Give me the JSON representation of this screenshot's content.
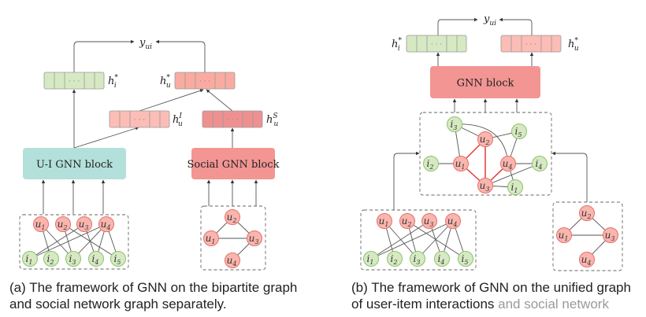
{
  "colors": {
    "item_node_fill": "#d6e9c3",
    "item_node_stroke": "#8cc46a",
    "user_node_fill": "#f9b5ae",
    "user_node_stroke": "#e5706a",
    "ui_block": "#b3e0db",
    "social_block": "#f29593",
    "gnn_block": "#f29593",
    "item_embed": "#d6e9c3",
    "user_embed": "#f9aba2",
    "user_embed_i": "#fbbdb6",
    "user_embed_s": "#ef9090",
    "social_edge": "#e33b3b",
    "edge": "#555555"
  },
  "panel_a": {
    "output_label": "y",
    "output_sub": "ui",
    "item_embedding_label": "h",
    "item_embedding_sub": "i",
    "item_embedding_sup": "*",
    "user_embedding_label": "h",
    "user_embedding_sub": "u",
    "user_embedding_sup": "*",
    "user_i_label": "h",
    "user_i_sub": "u",
    "user_i_sup": "I",
    "user_s_label": "h",
    "user_s_sub": "u",
    "user_s_sup": "S",
    "embed_dots": "· · ·",
    "ui_block_label": "U-I GNN block",
    "social_block_label": "Social GNN block",
    "bipartite": {
      "users": [
        "u1",
        "u2",
        "u3",
        "u4"
      ],
      "items": [
        "i1",
        "i2",
        "i3",
        "i4",
        "i5"
      ],
      "edges": [
        [
          "u1",
          "i2"
        ],
        [
          "u1",
          "i3"
        ],
        [
          "u2",
          "i3"
        ],
        [
          "u2",
          "i5"
        ],
        [
          "u3",
          "i1"
        ],
        [
          "u3",
          "i4"
        ],
        [
          "u4",
          "i1"
        ],
        [
          "u4",
          "i3"
        ],
        [
          "u4",
          "i4"
        ],
        [
          "u4",
          "i5"
        ]
      ]
    },
    "social": {
      "users": [
        "u1",
        "u2",
        "u3",
        "u4"
      ],
      "edges": [
        [
          "u1",
          "u2"
        ],
        [
          "u1",
          "u3"
        ],
        [
          "u2",
          "u3"
        ],
        [
          "u3",
          "u4"
        ]
      ]
    },
    "caption_line1": "(a) The framework of GNN on the bipartite graph",
    "caption_line2": "and social network graph separately."
  },
  "panel_b": {
    "output_label": "y",
    "output_sub": "ui",
    "item_embedding_label": "h",
    "item_embedding_sub": "i",
    "item_embedding_sup": "*",
    "user_embedding_label": "h",
    "user_embedding_sub": "u",
    "user_embedding_sup": "*",
    "embed_dots": "· · ·",
    "gnn_block_label": "GNN block",
    "unified": {
      "nodes": [
        "i3",
        "u2",
        "i5",
        "i2",
        "u1",
        "u4",
        "i4",
        "u3",
        "i1"
      ],
      "edges": [
        [
          "i3",
          "u1"
        ],
        [
          "i3",
          "u2"
        ],
        [
          "i3",
          "u4"
        ],
        [
          "u2",
          "i5"
        ],
        [
          "i5",
          "u4"
        ],
        [
          "i2",
          "u1"
        ],
        [
          "u4",
          "i4"
        ],
        [
          "u3",
          "i4"
        ],
        [
          "u3",
          "i1"
        ],
        [
          "u4",
          "i1"
        ]
      ],
      "social_edges": [
        [
          "u1",
          "u2"
        ],
        [
          "u1",
          "u3"
        ],
        [
          "u2",
          "u3"
        ],
        [
          "u3",
          "u4"
        ]
      ]
    },
    "bipartite": {
      "users": [
        "u1",
        "u2",
        "u3",
        "u4"
      ],
      "items": [
        "i1",
        "i2",
        "i3",
        "i4",
        "i5"
      ],
      "edges": [
        [
          "u1",
          "i2"
        ],
        [
          "u1",
          "i3"
        ],
        [
          "u2",
          "i3"
        ],
        [
          "u2",
          "i5"
        ],
        [
          "u3",
          "i1"
        ],
        [
          "u3",
          "i4"
        ],
        [
          "u4",
          "i1"
        ],
        [
          "u4",
          "i3"
        ],
        [
          "u4",
          "i4"
        ],
        [
          "u4",
          "i5"
        ]
      ]
    },
    "social": {
      "users": [
        "u1",
        "u2",
        "u3",
        "u4"
      ],
      "edges": [
        [
          "u1",
          "u2"
        ],
        [
          "u1",
          "u3"
        ],
        [
          "u2",
          "u3"
        ],
        [
          "u3",
          "u4"
        ]
      ]
    },
    "caption_line1": "(b) The framework of GNN on the unified graph",
    "caption_line2_clear": "of user-item interactions ",
    "caption_line2_faded": "and social network"
  }
}
